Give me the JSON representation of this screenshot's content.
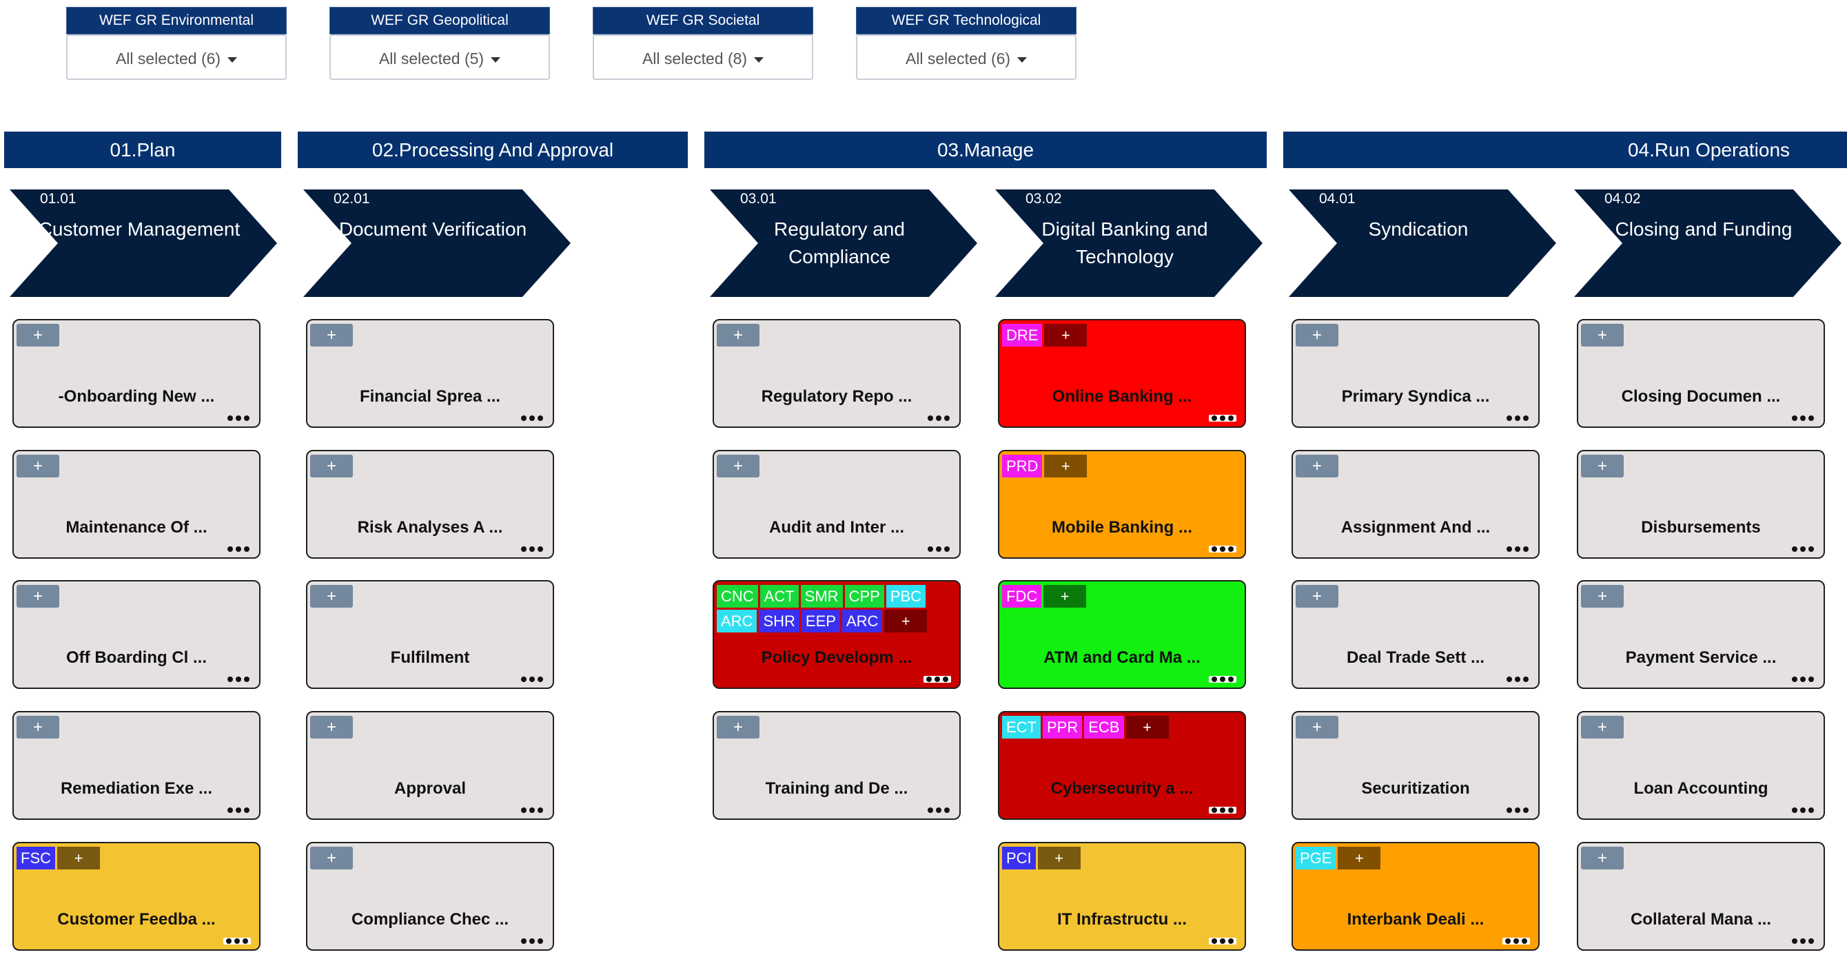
{
  "filters": [
    {
      "label": "WEF GR Environmental",
      "value": "All selected (6)"
    },
    {
      "label": "WEF GR Geopolitical",
      "value": "All selected (5)"
    },
    {
      "label": "WEF GR Societal",
      "value": "All selected (8)"
    },
    {
      "label": "WEF GR Technological",
      "value": "All selected (6)"
    }
  ],
  "phases": [
    {
      "label": "01.Plan"
    },
    {
      "label": "02.Processing And Approval"
    },
    {
      "label": "03.Manage"
    },
    {
      "label": "04.Run Operations"
    }
  ],
  "capabilities": [
    {
      "code": "01.01",
      "title": "Customer Management"
    },
    {
      "code": "02.01",
      "title": "Document Verification"
    },
    {
      "code": "03.01",
      "title": "Regulatory and Compliance"
    },
    {
      "code": "03.02",
      "title": "Digital Banking and Technology"
    },
    {
      "code": "04.01",
      "title": "Syndication"
    },
    {
      "code": "04.02",
      "title": "Closing and Funding"
    }
  ],
  "colors": {
    "header_navy": "#05326e",
    "chevron_navy": "#041d3d",
    "card_default": "#e5e1e1",
    "card_red": "#ff0000",
    "card_dark_red": "#c90000",
    "card_orange": "#ffa000",
    "card_green": "#11f00f",
    "card_yellow": "#f4c332"
  },
  "add_label": "+",
  "cards": {
    "customer_management": [
      {
        "name": "-Onboarding New ..."
      },
      {
        "name": "Maintenance Of ..."
      },
      {
        "name": "Off Boarding Cl ..."
      },
      {
        "name": "Remediation Exe ..."
      },
      {
        "name": "Customer Feedba ...",
        "tags": [
          "FSC"
        ]
      }
    ],
    "document_verification": [
      {
        "name": "Financial Sprea ..."
      },
      {
        "name": "Risk Analyses A ..."
      },
      {
        "name": "Fulfilment"
      },
      {
        "name": "Approval"
      },
      {
        "name": "Compliance Chec ..."
      }
    ],
    "regulatory_compliance": [
      {
        "name": "Regulatory Repo ..."
      },
      {
        "name": "Audit and Inter ..."
      },
      {
        "name": "Policy Developm ...",
        "tags": [
          "CNC",
          "ACT",
          "SMR",
          "CPP",
          "PBC",
          "ARC",
          "SHR",
          "EEP",
          "ARC"
        ]
      },
      {
        "name": "Training and De ..."
      }
    ],
    "digital_banking": [
      {
        "name": "Online Banking ...",
        "tags": [
          "DRE"
        ]
      },
      {
        "name": "Mobile Banking ...",
        "tags": [
          "PRD"
        ]
      },
      {
        "name": "ATM and Card Ma ...",
        "tags": [
          "FDC"
        ]
      },
      {
        "name": "Cybersecurity a ...",
        "tags": [
          "ECT",
          "PPR",
          "ECB"
        ]
      },
      {
        "name": "IT Infrastructu ...",
        "tags": [
          "PCI"
        ]
      }
    ],
    "syndication": [
      {
        "name": "Primary Syndica ..."
      },
      {
        "name": "Assignment And ..."
      },
      {
        "name": "Deal Trade Sett ..."
      },
      {
        "name": "Securitization"
      },
      {
        "name": "Interbank Deali ...",
        "tags": [
          "PGE"
        ]
      }
    ],
    "closing_funding": [
      {
        "name": "Closing Documen ..."
      },
      {
        "name": "Disbursements"
      },
      {
        "name": "Payment Service ..."
      },
      {
        "name": "Loan Accounting"
      },
      {
        "name": "Collateral Mana ..."
      }
    ]
  }
}
